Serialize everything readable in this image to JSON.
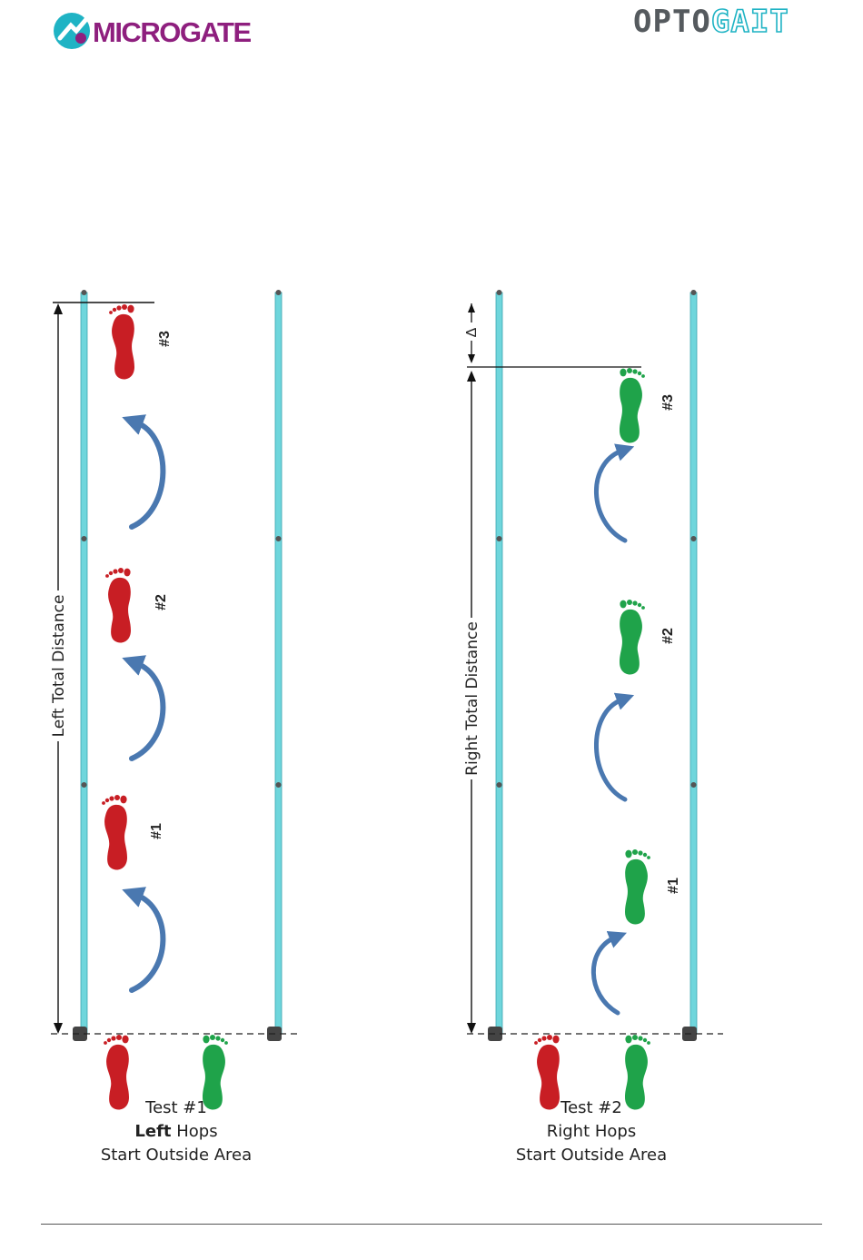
{
  "header": {
    "left_logo": "MICROGATE",
    "right_logo_dark": "OPTO",
    "right_logo_outline": "GAIT"
  },
  "tests": [
    {
      "distance_label": "Left Total Distance",
      "hops": [
        "#1",
        "#2",
        "#3"
      ],
      "caption_line1": "Test #1",
      "caption_line2_bold": "Left",
      "caption_line2_rest": " Hops",
      "caption_line3": "Start Outside Area",
      "hop_foot_color": "#c81e24"
    },
    {
      "distance_label": "Right Total Distance",
      "delta_label": "Δ",
      "hops": [
        "#1",
        "#2",
        "#3"
      ],
      "caption_line1": "Test #2",
      "caption_line2_bold": "",
      "caption_line2_rest": "Right Hops",
      "caption_line3": "Start Outside Area",
      "hop_foot_color": "#1fa34a"
    }
  ],
  "colors": {
    "left_foot": "#c81e24",
    "right_foot": "#1fa34a",
    "bar": "#6fd6dc",
    "arrow": "#4a78b0",
    "brand_purple": "#8e1f7e",
    "brand_cyan": "#1fb3c4"
  },
  "icons": [
    "microgate-logo-icon",
    "left-foot-icon",
    "right-foot-icon",
    "hop-arrow-icon"
  ]
}
